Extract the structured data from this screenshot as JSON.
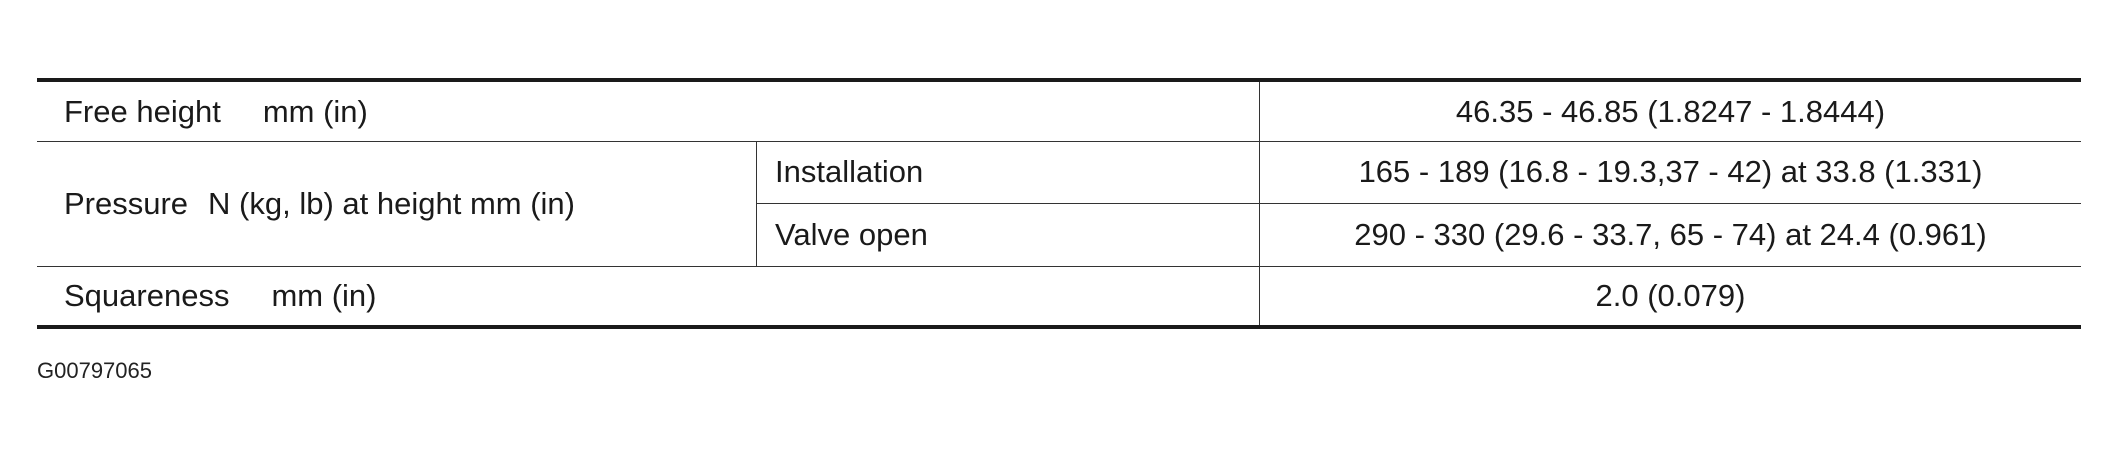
{
  "table": {
    "free_height": {
      "label": "Free height",
      "unit": "mm (in)",
      "value": "46.35 - 46.85 (1.8247 - 1.8444)"
    },
    "pressure": {
      "label": "Pressure",
      "unit": "N (kg, lb) at height mm (in)",
      "installation": {
        "condition": "Installation",
        "value": "165 - 189 (16.8 - 19.3,37 - 42) at 33.8 (1.331)"
      },
      "valve_open": {
        "condition": "Valve open",
        "value": "290 - 330 (29.6 - 33.7, 65 - 74) at 24.4 (0.961)"
      }
    },
    "squareness": {
      "label": "Squareness",
      "unit": "mm (in)",
      "value": "2.0 (0.079)"
    }
  },
  "figure_id": "G00797065"
}
